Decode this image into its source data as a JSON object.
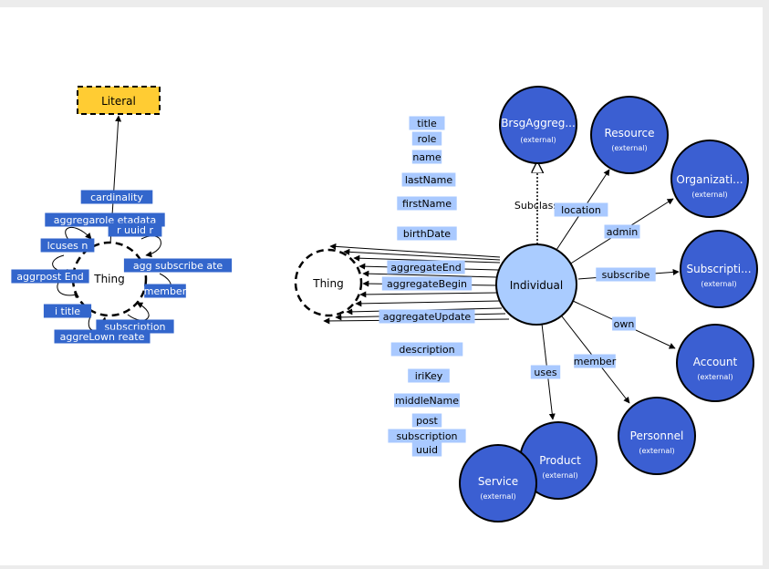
{
  "colors": {
    "class_fill": "#3b5fd2",
    "class_stroke": "#000000",
    "center_fill": "#aaccff",
    "literal_fill": "#ffcc33",
    "dark_label_bg": "#3366cc",
    "light_label_bg": "#a9c9ff",
    "border_top": "#c8c8c8"
  },
  "left_graph": {
    "literal": "Literal",
    "thing": "Thing",
    "labels": [
      "cardinality",
      "aggregarole etadata",
      "r uuid r",
      "lcuses n",
      "agg subscribe ate",
      "aggrpost End",
      "member",
      "i title",
      "subscription",
      "aggreLown reate"
    ]
  },
  "right_graph": {
    "thing": "Thing",
    "center": "Individual",
    "external_tag": "(external)",
    "subclass_label": "Subclass",
    "data_properties": [
      "title",
      "role",
      "name",
      "lastName",
      "firstName",
      "birthDate",
      "description",
      "iriKey",
      "middleName",
      "post",
      "subscription",
      "uuid"
    ],
    "thing_edges": [
      "aggregateEnd",
      "aggregateBegin",
      "aggregateUpdate"
    ],
    "external_classes": [
      {
        "name": "BrsgAggreg...",
        "edge": ""
      },
      {
        "name": "Resource",
        "edge": "location"
      },
      {
        "name": "Organizati...",
        "edge": "admin"
      },
      {
        "name": "Subscripti...",
        "edge": "subscribe"
      },
      {
        "name": "Account",
        "edge": "own"
      },
      {
        "name": "Personnel",
        "edge": "member"
      },
      {
        "name": "Product",
        "edge": "uses"
      },
      {
        "name": "Service",
        "edge": ""
      }
    ]
  }
}
